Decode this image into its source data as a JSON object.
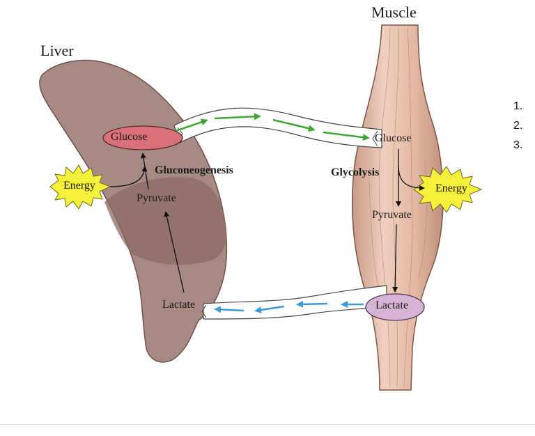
{
  "titles": {
    "liver": "Liver",
    "muscle": "Muscle"
  },
  "liver": {
    "glucose": "Glucose",
    "pyruvate": "Pyruvate",
    "lactate": "Lactate",
    "energy": "Energy",
    "process": "Gluconeogenesis"
  },
  "muscle": {
    "glucose": "Glucose",
    "pyruvate": "Pyruvate",
    "lactate": "Lactate",
    "energy": "Energy",
    "process": "Glycolysis"
  },
  "list_numbers": [
    "1.",
    "2.",
    "3."
  ],
  "colors": {
    "liver_fill": "#a88a84",
    "liver_dark": "#8c6a66",
    "muscle_fill": "#dfb6a0",
    "glucose_oval": "#d9707a",
    "lactate_oval": "#d7b3d6",
    "energy_burst": "#f5f03a",
    "glucose_arrow": "#3fa535",
    "lactate_arrow": "#3c9ad9"
  }
}
